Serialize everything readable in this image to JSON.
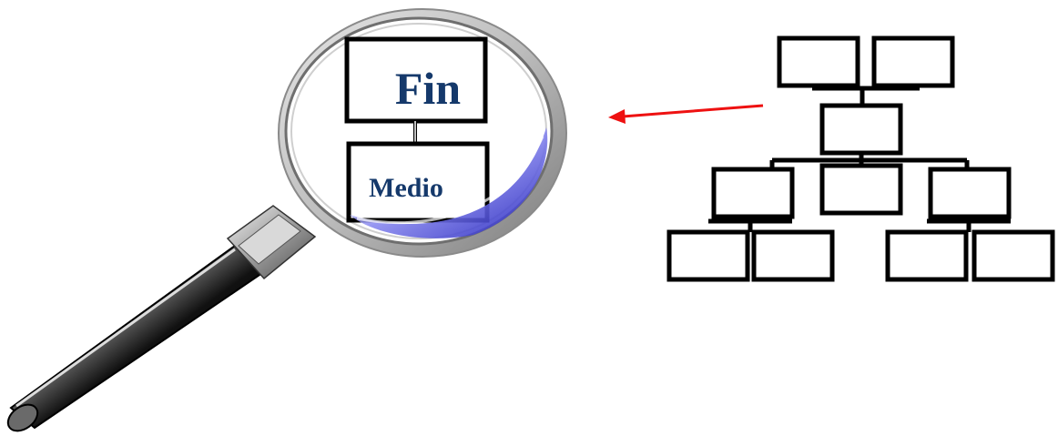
{
  "magnifier": {
    "labels": {
      "top": "Fin",
      "bottom": "Medio"
    },
    "label_color": "#15396b",
    "icon": "magnifying-glass-icon"
  },
  "arrow": {
    "color": "#ee1111"
  },
  "hierarchy": {
    "levels": [
      {
        "level": 1,
        "boxes": 2
      },
      {
        "level": 2,
        "boxes": 1
      },
      {
        "level": 3,
        "boxes": 3
      },
      {
        "level": 4,
        "boxes": 4
      }
    ]
  }
}
